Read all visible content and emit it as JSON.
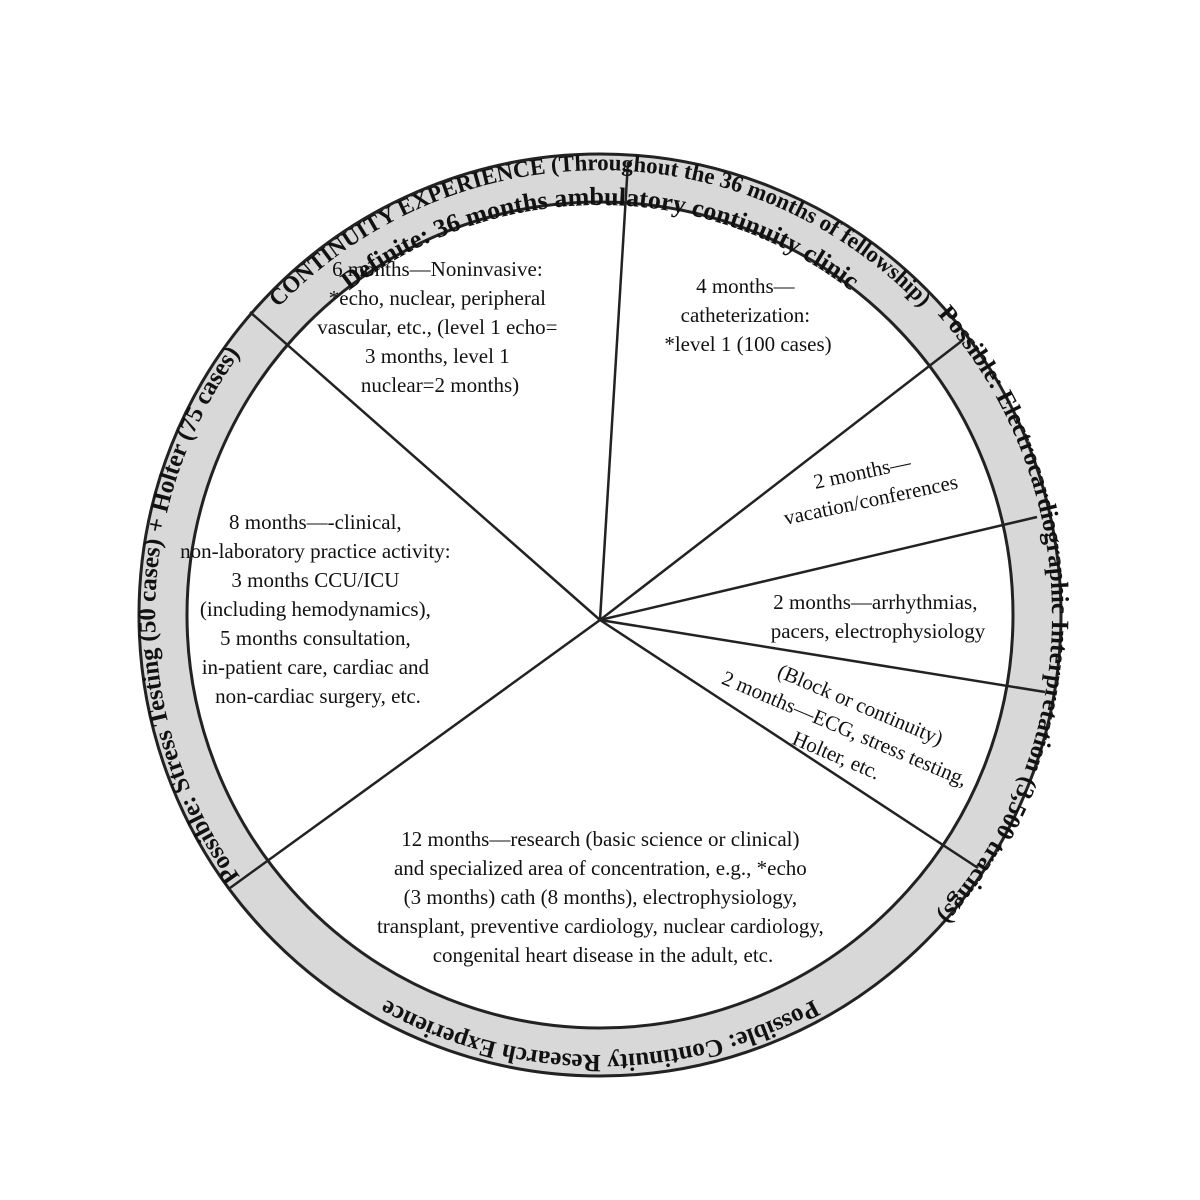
{
  "ring": {
    "top_outer": "CONTINUITY EXPERIENCE (Throughout the 36 months of fellowship)",
    "top_inner": "Definite: 36 months ambulatory continuity clinic",
    "right": "Possible: Electrocardiographic Interpretation (3,500 tracings)",
    "bottom": "Possible: Continuity Research Experience",
    "left": "Possible: Stress Testing (50 cases) + Holter (75 cases)"
  },
  "segments": [
    {
      "id": "noninvasive",
      "lines": [
        "6 months—Noninvasive:",
        "*echo, nuclear, peripheral",
        "vascular, etc., (level 1 echo=",
        "3 months, level 1",
        "nuclear=2 months)"
      ]
    },
    {
      "id": "catheterization",
      "lines": [
        "4 months—",
        "catheterization:",
        "*level 1 (100 cases)"
      ]
    },
    {
      "id": "vacation",
      "lines": [
        "2 months—",
        "vacation/conferences"
      ]
    },
    {
      "id": "arrhythmias",
      "lines": [
        "2 months—arrhythmias,",
        "pacers, electrophysiology"
      ]
    },
    {
      "id": "ecg",
      "lines": [
        "(Block or continuity)",
        "2 months—ECG, stress testing,",
        "Holter, etc."
      ]
    },
    {
      "id": "research",
      "lines": [
        "12 months—research (basic science or clinical)",
        "and specialized area of concentration, e.g., *echo",
        "(3 months) cath (8 months), electrophysiology,",
        "transplant, preventive cardiology, nuclear cardiology,",
        "congenital heart disease in the adult, etc."
      ]
    },
    {
      "id": "clinical",
      "lines": [
        "8 months—-clinical,",
        "non-laboratory practice activity:",
        "3 months CCU/ICU",
        "(including hemodynamics),",
        "5 months consultation,",
        "in-patient care, cardiac and",
        "non-cardiac surgery, etc."
      ]
    }
  ]
}
